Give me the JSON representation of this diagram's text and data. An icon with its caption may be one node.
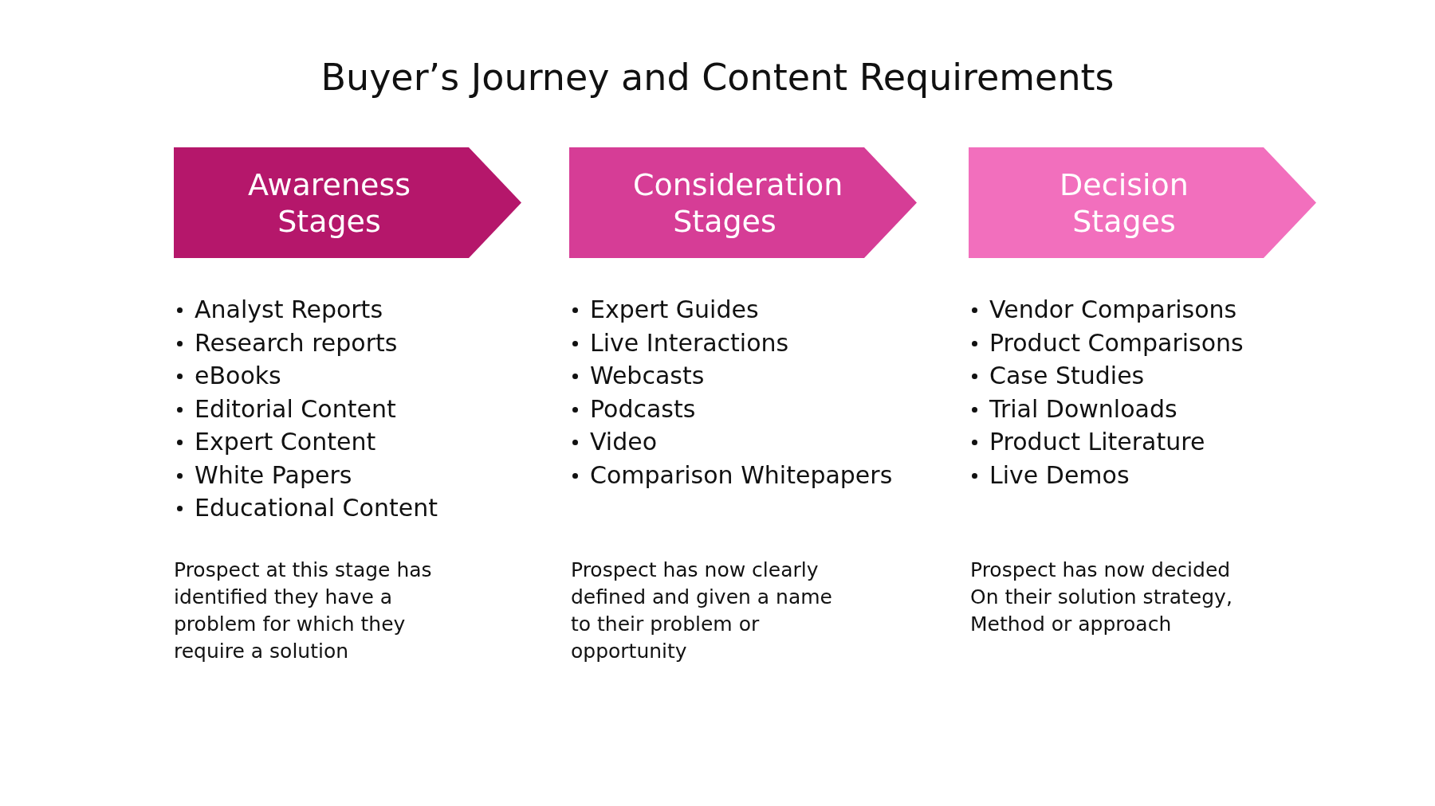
{
  "diagram": {
    "title": "Buyer’s Journey and Content Requirements",
    "nodes": [
      {
        "text": [
          "Awareness Stages"
        ]
      },
      {
        "text": [
          "Consideration Stages"
        ]
      },
      {
        "text": [
          "Decision Stages"
        ]
      }
    ],
    "labels": [
      "Analyst Reports",
      "Research reports",
      "eBooks",
      "Editorial Content",
      "Expert Content",
      "White Papers",
      "Educational Content",
      "Expert Guides",
      "Live Interactions",
      "Webcasts",
      "Podcasts",
      "Video",
      "Comparison Whitepapers",
      "Vendor Comparisons",
      "Product Comparisons",
      "Case Studies",
      "Trial Downloads",
      "Product Literature",
      "Live Demos",
      "Prospect at this stage has identified they have a problem for which they require a solution",
      "Prospect has now clearly defined and given a name to their problem or opportunity",
      "Prospect has now decided On their solution strategy, Method or approach"
    ]
  }
}
